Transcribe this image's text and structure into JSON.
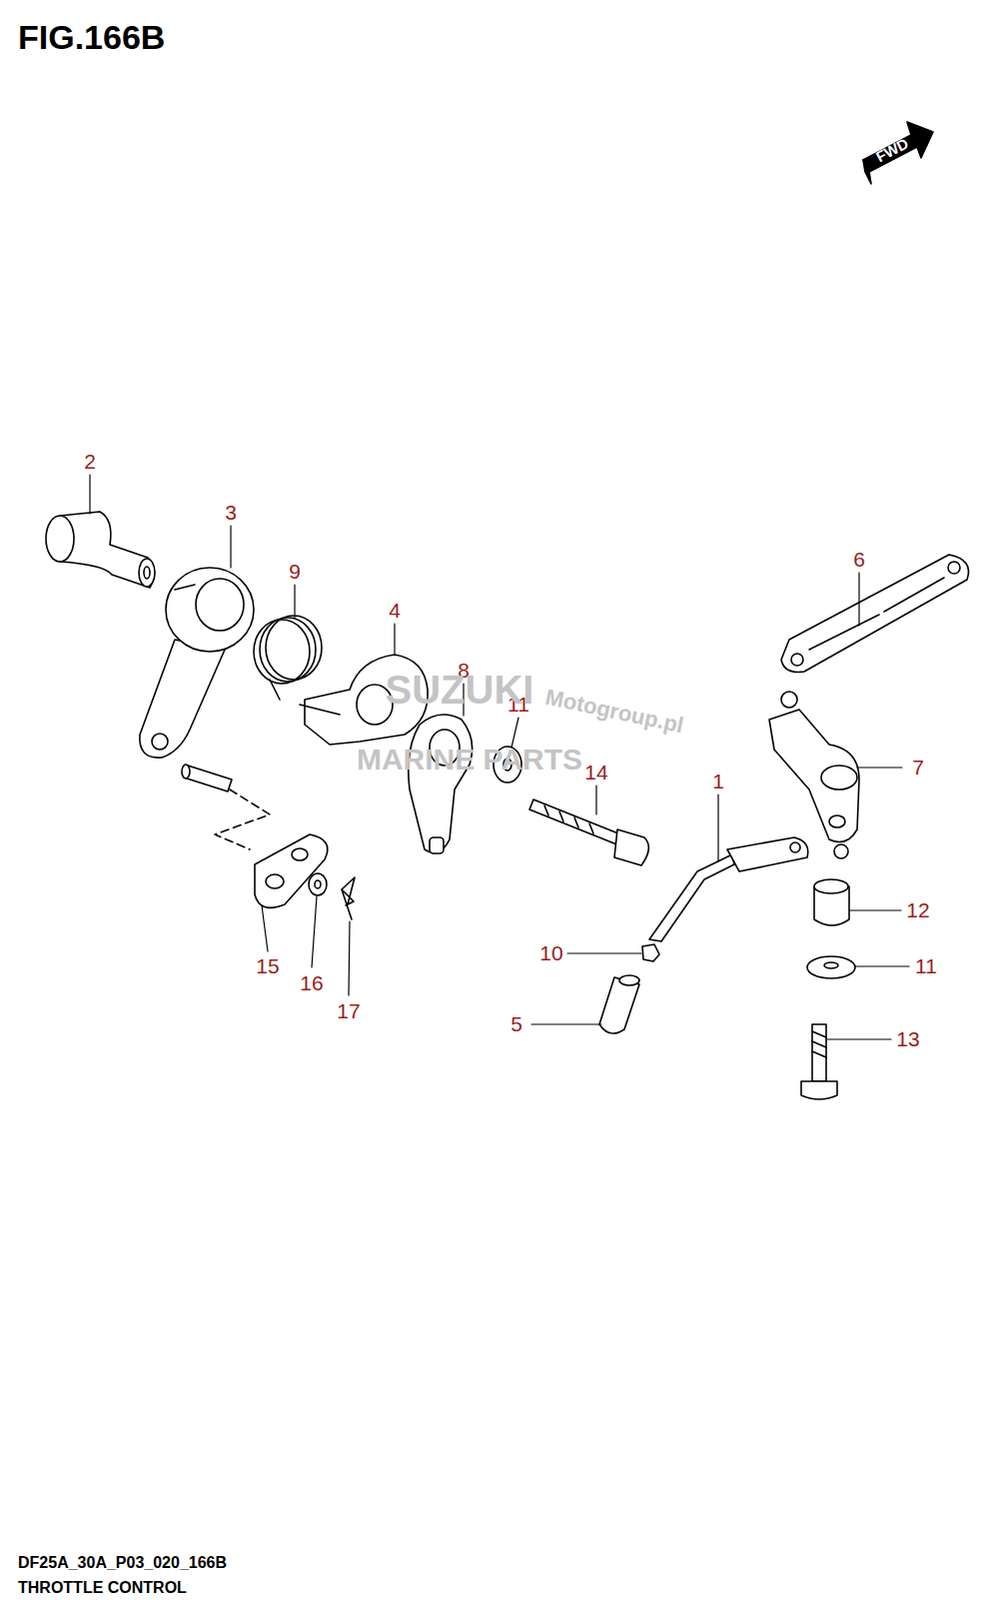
{
  "diagram": {
    "title": "FIG.166B",
    "labels": [
      "FWD",
      "2",
      "3",
      "9",
      "4",
      "8",
      "11",
      "14",
      "1",
      "6",
      "7",
      "12",
      "11",
      "13",
      "10",
      "5",
      "15",
      "16",
      "17",
      "SUZUKI",
      "MARINE PARTS",
      "Motogroup.pl",
      "DF25A_30A_P03_020_166B",
      "THROTTLE CONTROL"
    ]
  }
}
